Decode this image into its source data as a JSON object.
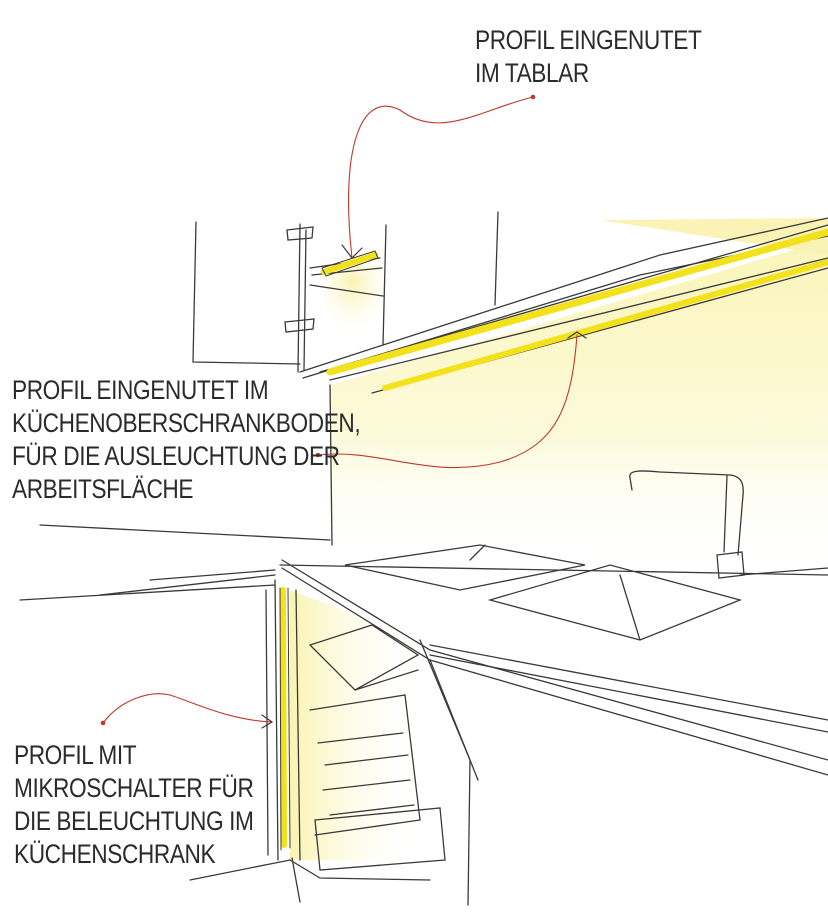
{
  "labels": {
    "tablar": [
      "PROFIL EINGENUTET",
      "IM TABLAR"
    ],
    "oberschrank": [
      "PROFIL EINGENUTET IM",
      "KÜCHENOBERSCHRANKBODEN,",
      "FÜR DIE AUSLEUCHTUNG DER",
      "ARBEITSFLÄCHE"
    ],
    "mikroschalter": [
      "PROFIL MIT",
      "MIKROSCHALTER FÜR",
      "DIE BELEUCHTUNG IM",
      "KÜCHENSCHRANK"
    ]
  },
  "colors": {
    "sketch_line": "#3a3a3a",
    "leader_line": "#c0392b",
    "led_strip": "#f2e21c",
    "glow": "#fbf6c2",
    "text": "#2b2b2b"
  }
}
